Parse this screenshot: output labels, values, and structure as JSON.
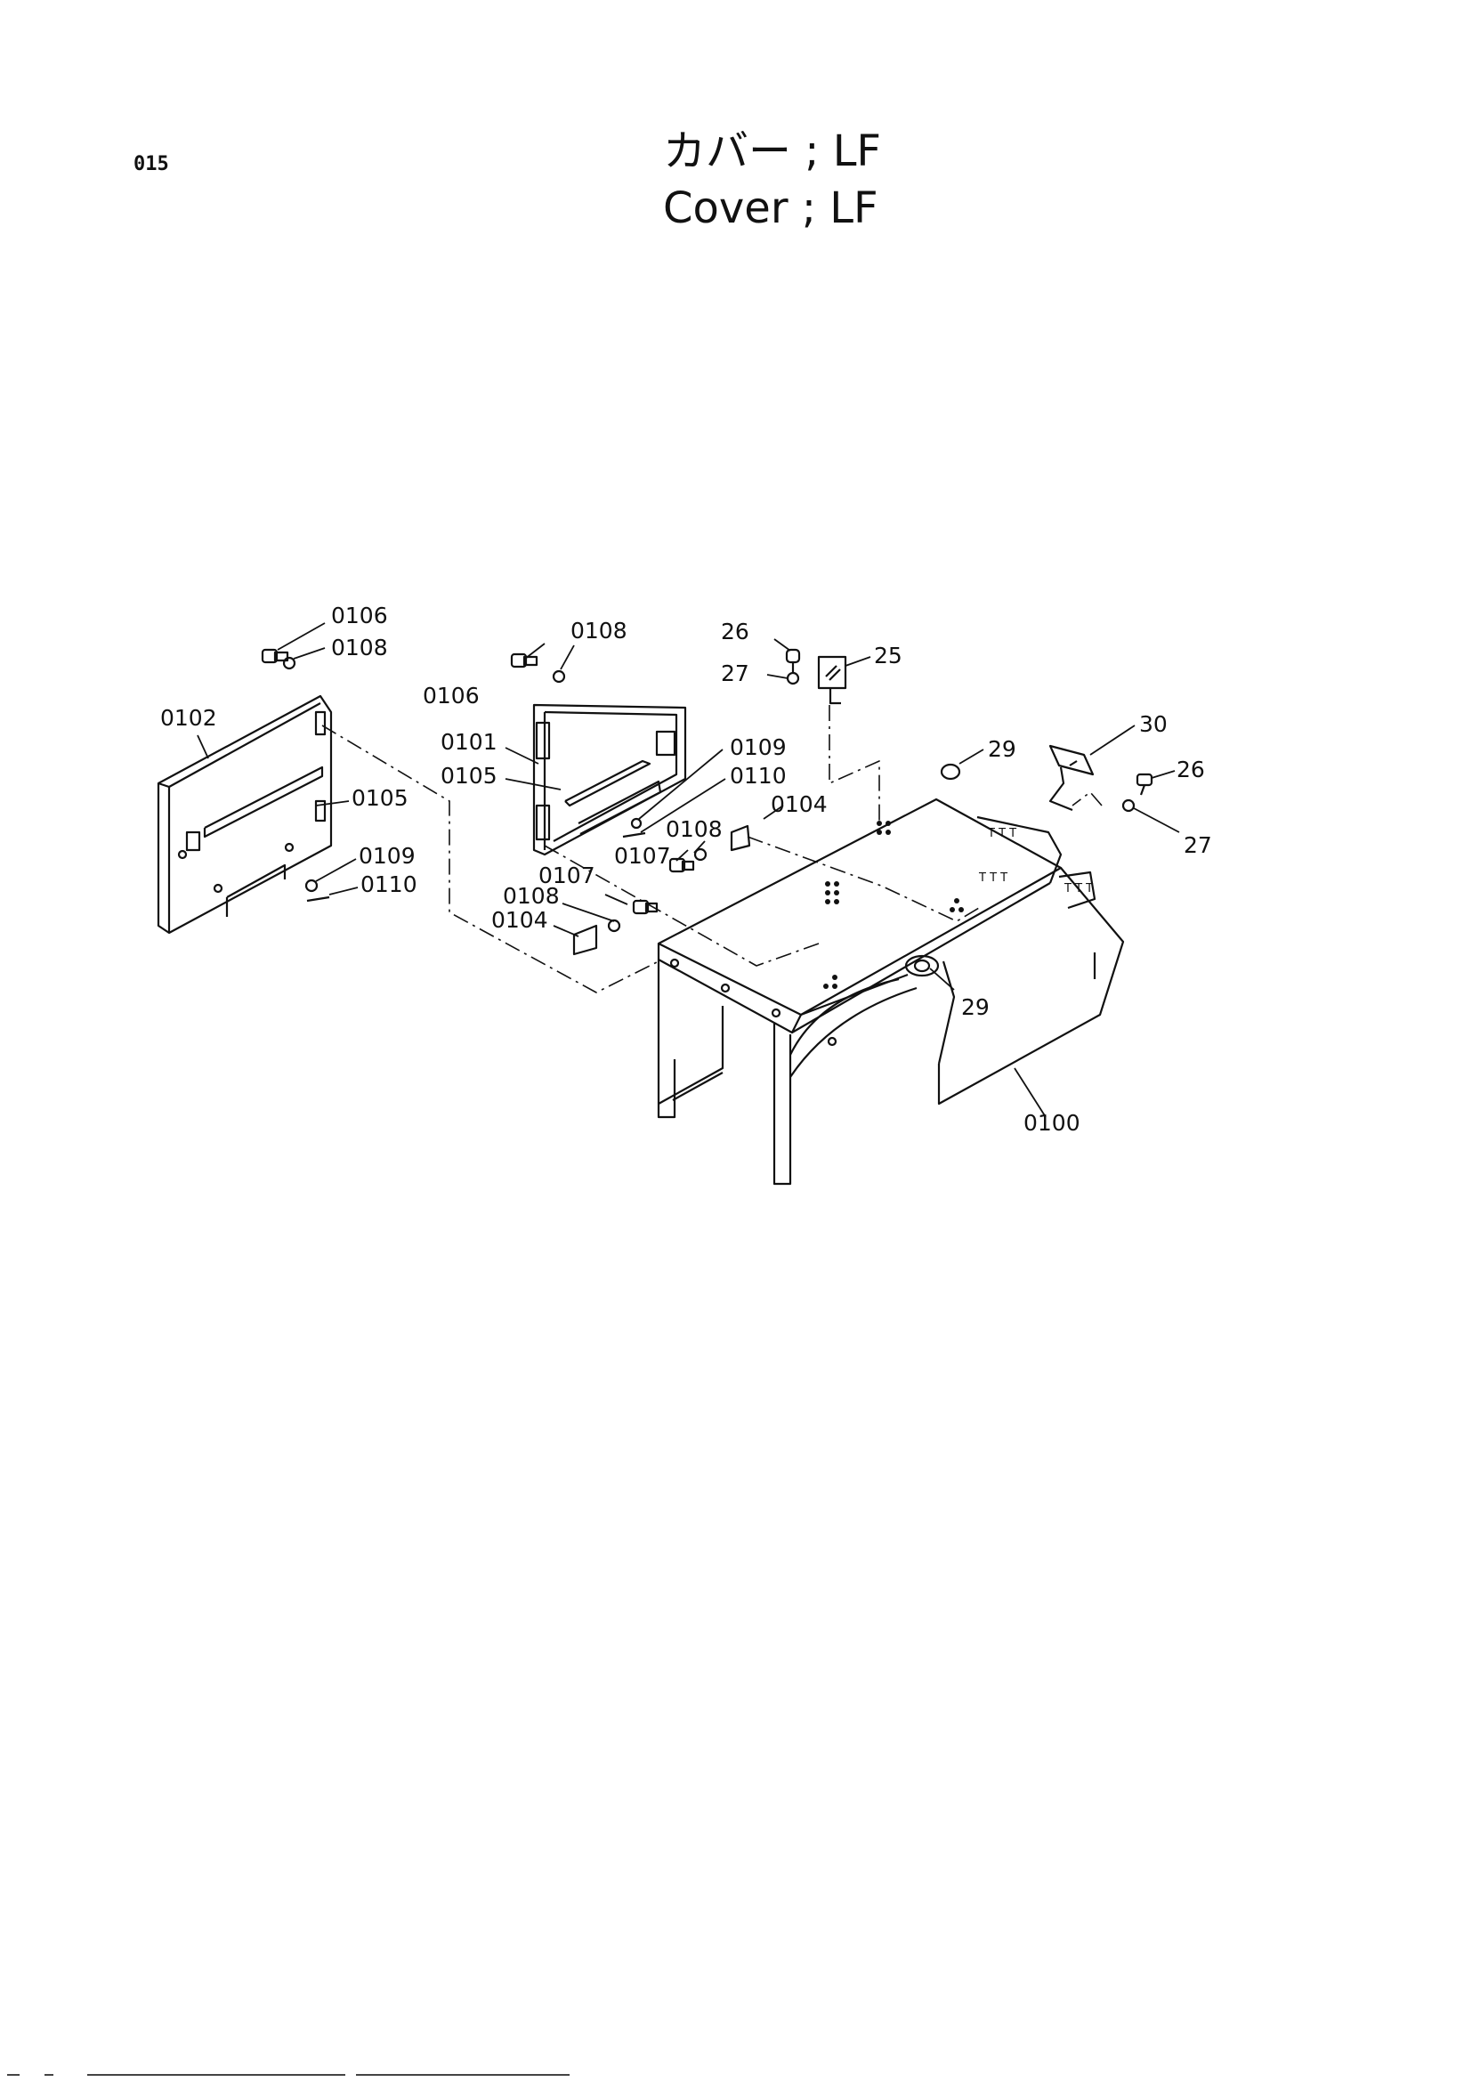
{
  "page": {
    "code": "015",
    "title_jp": "カバー ; LF",
    "title_en": "Cover ; LF"
  },
  "callouts": {
    "p0100": "0100",
    "p0101": "0101",
    "p0102": "0102",
    "p0104a": "0104",
    "p0104b": "0104",
    "p0105a": "0105",
    "p0105b": "0105",
    "p0106a": "0106",
    "p0106b": "0106",
    "p0107a": "0107",
    "p0107b": "0107",
    "p0108a": "0108",
    "p0108b": "0108",
    "p0108c": "0108",
    "p0108d": "0108",
    "p0109a": "0109",
    "p0109b": "0109",
    "p0110a": "0110",
    "p0110b": "0110",
    "p25": "25",
    "p26a": "26",
    "p26b": "26",
    "p27a": "27",
    "p27b": "27",
    "p29a": "29",
    "p29b": "29",
    "p30": "30"
  }
}
